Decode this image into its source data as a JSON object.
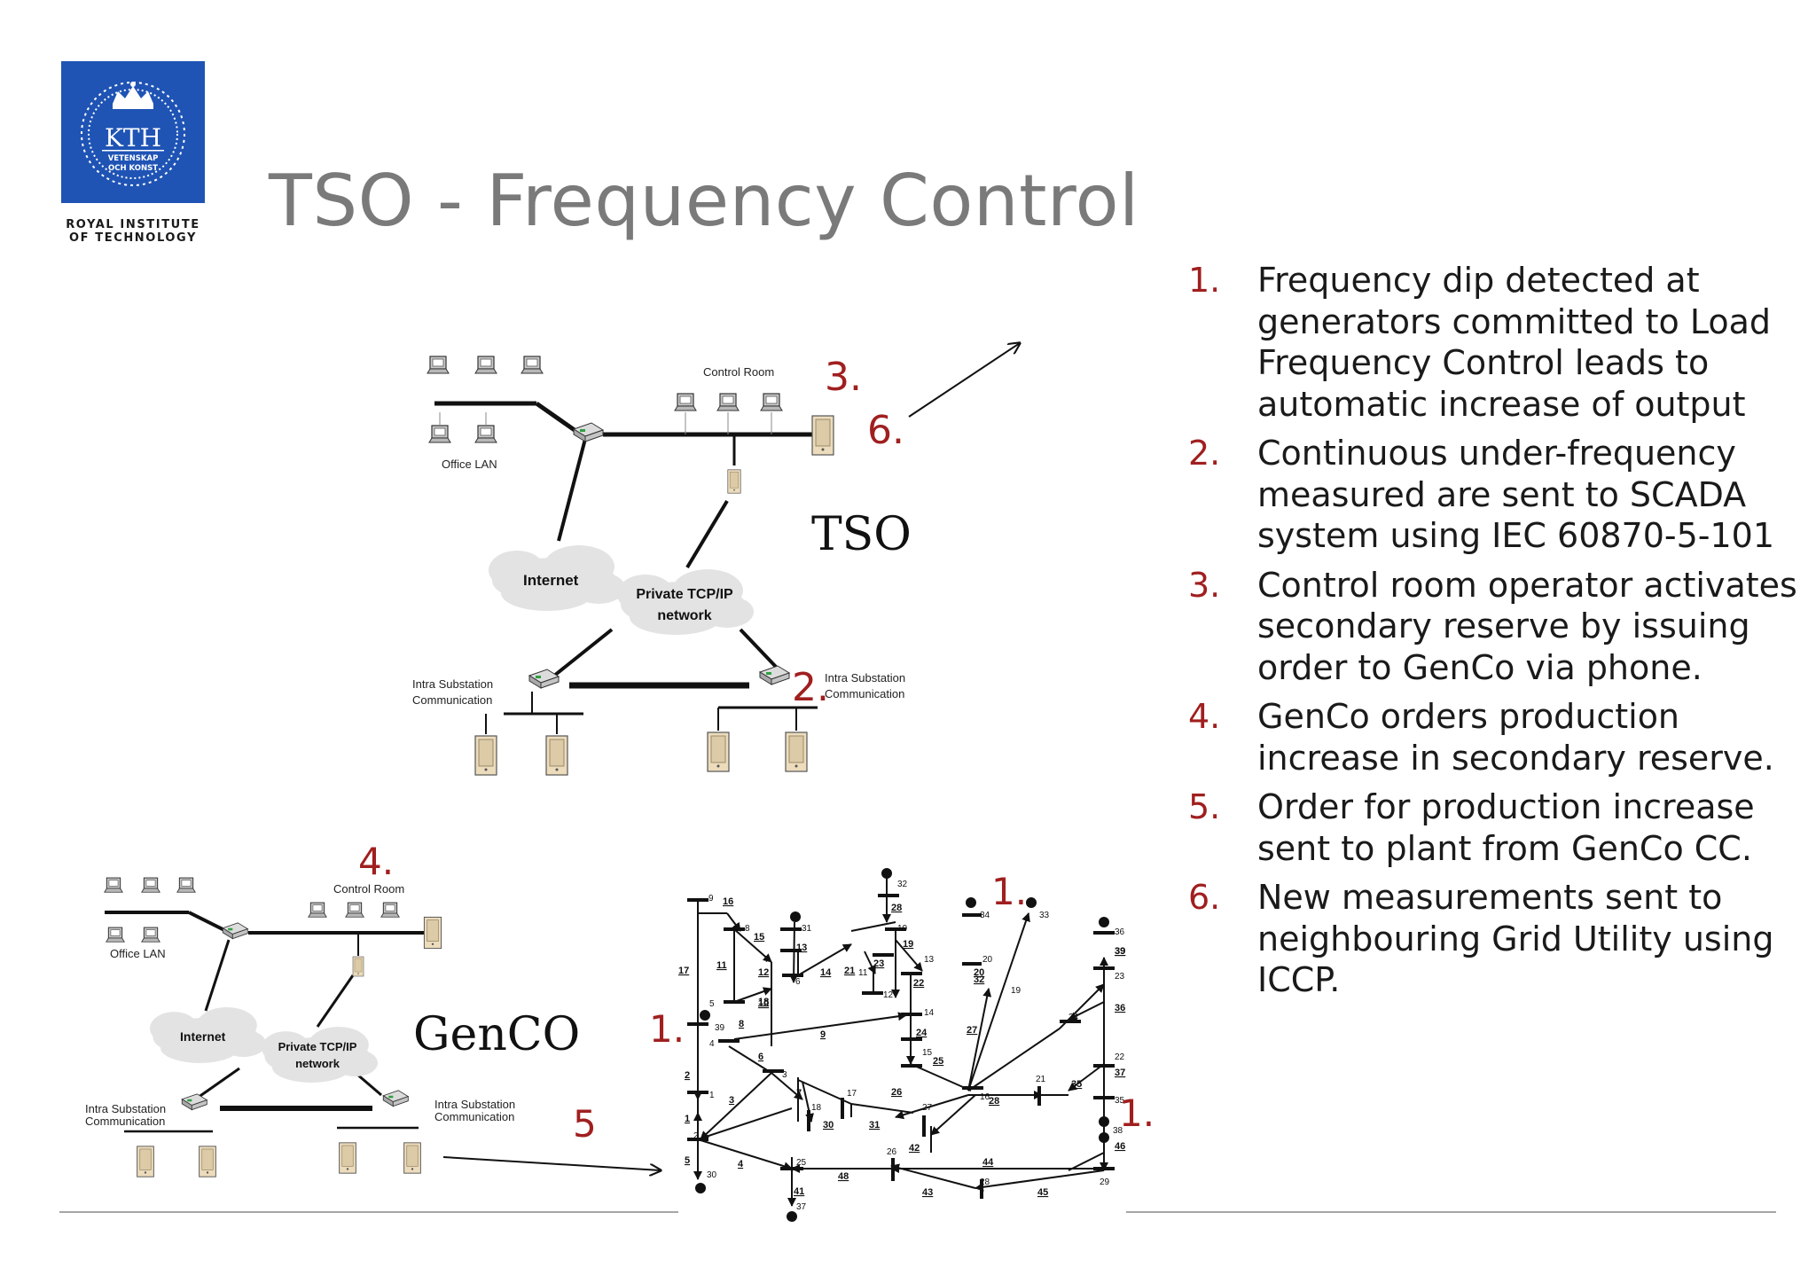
{
  "logo": {
    "text": "KTH",
    "sub1": "VETENSKAP",
    "sub2": "OCH KONST",
    "caption_line1": "ROYAL INSTITUTE",
    "caption_line2": "OF TECHNOLOGY"
  },
  "title": "TSO - Frequency Control",
  "steps": [
    {
      "num": "1.",
      "text": "Frequency dip detected at generators committed to Load Frequency Control leads to automatic increase of output"
    },
    {
      "num": "2.",
      "text": "Continuous under-frequency measured are sent to SCADA system using IEC 60870-5-101"
    },
    {
      "num": "3.",
      "text": "Control room operator activates secondary reserve by issuing order to GenCo via phone."
    },
    {
      "num": "4.",
      "text": "GenCo orders production increase in secondary reserve."
    },
    {
      "num": "5.",
      "text": "Order for production increase sent to plant from GenCo CC."
    },
    {
      "num": "6.",
      "text": "New measurements sent to neighbouring Grid Utility using ICCP."
    }
  ],
  "tso_network": {
    "control_room": "Control Room",
    "office_lan": "Office LAN",
    "internet": "Internet",
    "private_line1": "Private TCP/IP",
    "private_line2": "network",
    "intra_left1": "Intra Substation",
    "intra_left2": "Communication",
    "intra_right1": "Intra Substation",
    "intra_right2": "Communication",
    "name": "TSO"
  },
  "genco_network": {
    "control_room": "Control Room",
    "office_lan": "Office LAN",
    "internet": "Internet",
    "private_line1": "Private TCP/IP",
    "private_line2": "network",
    "intra_left1": "Intra Substation",
    "intra_left2": "Communication",
    "intra_right1": "Intra Substation",
    "intra_right2": "Communication",
    "name": "GenCO"
  },
  "markers": {
    "m3": "3.",
    "m6": "6.",
    "m2": "2.",
    "m4": "4.",
    "m5": "5",
    "m1_top": "1.",
    "m1_left": "1.",
    "m1_right": "1."
  },
  "grid_labels": {
    "nodes": [
      "9",
      "32",
      "33",
      "34",
      "36",
      "39",
      "8",
      "31",
      "10",
      "11",
      "12",
      "7",
      "6",
      "13",
      "14",
      "20",
      "19",
      "23",
      "5",
      "4",
      "39",
      "24",
      "15",
      "16",
      "22",
      "35",
      "21",
      "3",
      "1",
      "18",
      "17",
      "27",
      "38",
      "2",
      "25",
      "26",
      "28",
      "29",
      "30",
      "37"
    ],
    "lines": [
      "16",
      "28",
      "15",
      "13",
      "14",
      "21",
      "23",
      "19",
      "22",
      "11",
      "17",
      "10",
      "8",
      "9",
      "6",
      "24",
      "25",
      "27",
      "26",
      "37",
      "35",
      "36",
      "39",
      "7",
      "3",
      "1",
      "2",
      "5",
      "4",
      "41",
      "48",
      "30",
      "31",
      "42",
      "44",
      "43",
      "45",
      "28",
      "46",
      "20",
      "12",
      "18",
      "32"
    ]
  }
}
